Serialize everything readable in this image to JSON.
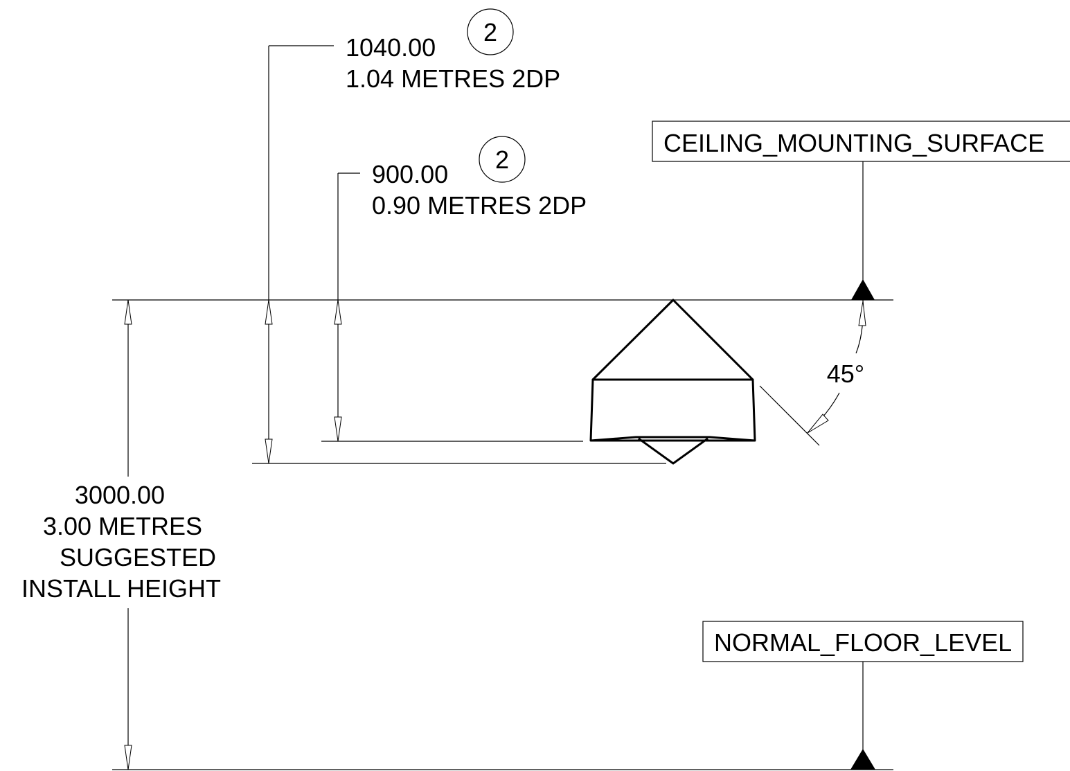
{
  "dimensions": {
    "overall": {
      "value": "3000.00",
      "metres": "3.00 METRES",
      "note_line1": "SUGGESTED",
      "note_line2": "INSTALL HEIGHT"
    },
    "dim_1040": {
      "value": "1040.00",
      "metres": "1.04 METRES 2DP",
      "tag": "2"
    },
    "dim_900": {
      "value": "900.00",
      "metres": "0.90 METRES 2DP",
      "tag": "2"
    },
    "angle": "45°"
  },
  "levels": {
    "ceiling": "CEILING_MOUNTING_SURFACE",
    "floor": "NORMAL_FLOOR_LEVEL"
  }
}
